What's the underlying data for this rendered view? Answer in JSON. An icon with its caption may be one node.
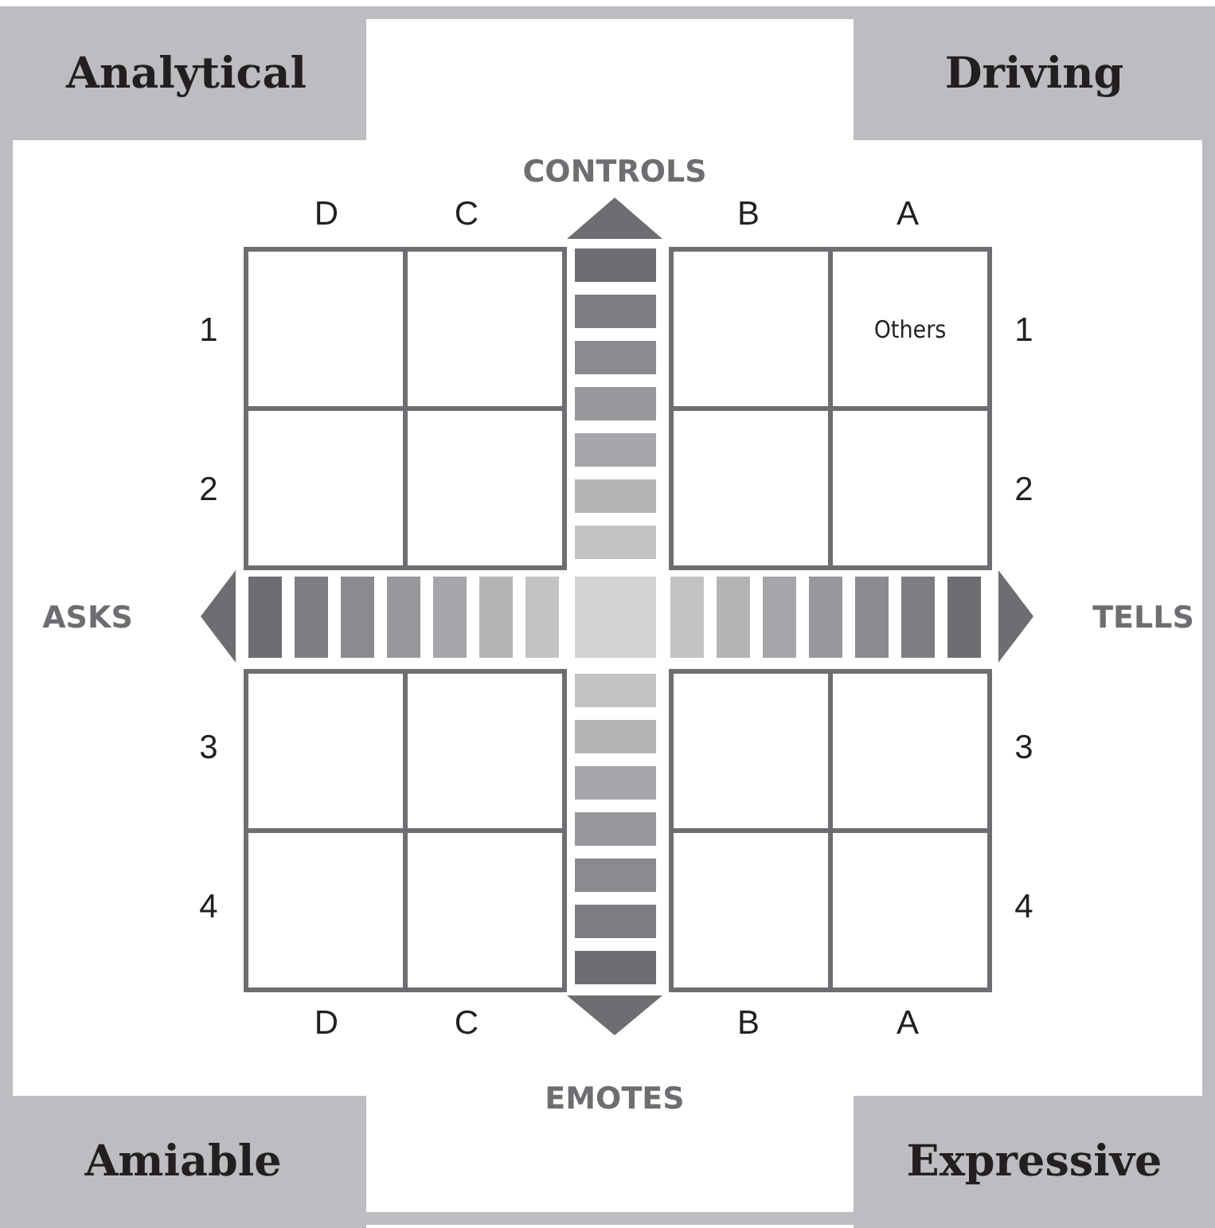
{
  "diagram": {
    "nodes": [
      {
        "text": [
          "Analytical"
        ]
      },
      {
        "text": [
          "Driving"
        ]
      },
      {
        "text": [],
        "shape": "box"
      },
      {
        "text": [],
        "shape": "box"
      },
      {
        "text": [],
        "shape": "box"
      },
      {
        "text": [
          "Others"
        ]
      },
      {
        "text": [],
        "shape": "box"
      },
      {
        "text": [],
        "shape": "box"
      },
      {
        "text": [],
        "shape": "box"
      },
      {
        "text": [],
        "shape": "box"
      },
      {
        "text": [],
        "shape": "box"
      },
      {
        "text": [],
        "shape": "box"
      },
      {
        "text": [],
        "shape": "box"
      },
      {
        "text": [],
        "shape": "box"
      },
      {
        "text": [],
        "shape": "box"
      },
      {
        "text": [],
        "shape": "box"
      },
      {
        "text": [],
        "shape": "box"
      },
      {
        "text": [],
        "shape": "box"
      },
      {
        "text": [
          "Amiable"
        ]
      },
      {
        "text": [
          "Expressive"
        ]
      }
    ],
    "labels": [
      "CONTROLS",
      "D",
      "C",
      "B",
      "A",
      "1",
      "1",
      "2",
      "2",
      "ASKS",
      "TELLS",
      "3",
      "3",
      "4",
      "4",
      "D",
      "C",
      "B",
      "A",
      "EMOTES"
    ]
  }
}
